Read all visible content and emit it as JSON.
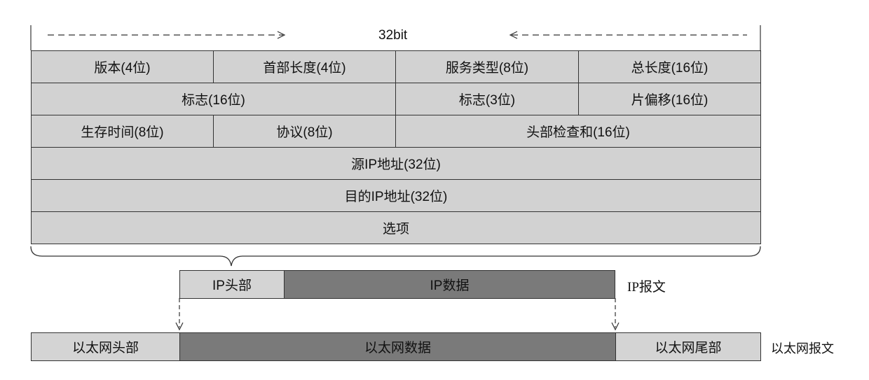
{
  "header": {
    "width_label": "32bit"
  },
  "rows": [
    [
      "版本(4位)",
      "首部长度(4位)",
      "服务类型(8位)",
      "总长度(16位)"
    ],
    [
      "标志(16位)",
      "标志(3位)",
      "片偏移(16位)"
    ],
    [
      "生存时间(8位)",
      "协议(8位)",
      "头部检查和(16位)"
    ],
    [
      "源IP地址(32位)"
    ],
    [
      "目的IP地址(32位)"
    ],
    [
      "选项"
    ]
  ],
  "ip_packet": {
    "header": "IP头部",
    "data": "IP数据",
    "label": "IP报文"
  },
  "ethernet_frame": {
    "header": "以太网头部",
    "data": "以太网数据",
    "trailer": "以太网尾部",
    "label": "以太网报文"
  },
  "colors": {
    "field_fill": "#d2d2d2",
    "data_fill": "#7a7a7a",
    "border": "#333333"
  }
}
